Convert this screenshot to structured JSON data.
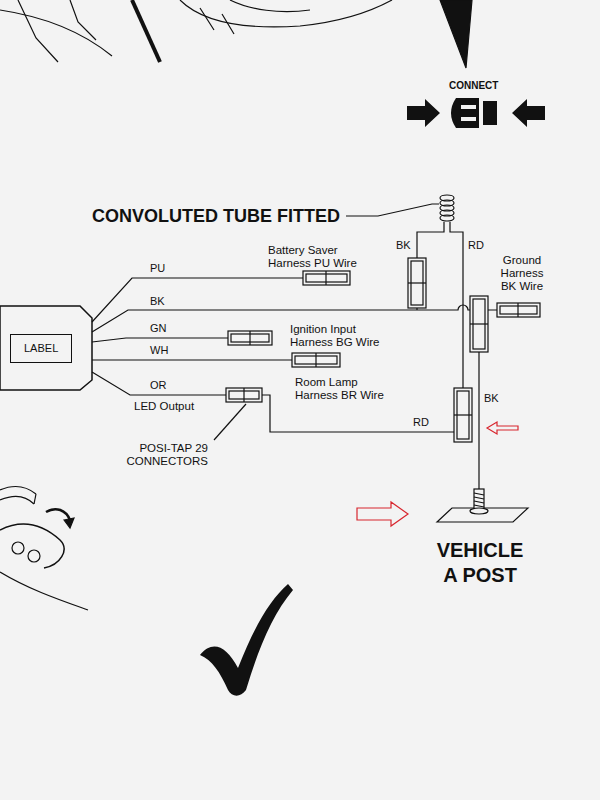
{
  "diagram": {
    "nodes": [
      {
        "text": [
          "LABEL"
        ]
      }
    ],
    "labels": [
      "CONNECT",
      "CONVOLUTED TUBE FITTED",
      "BK",
      "RD",
      "PU",
      "Battery Saver Harness PU Wire",
      "Ground Harness BK Wire",
      "BK",
      "GN",
      "Ignition Input Harness BG Wire",
      "WH",
      "OR",
      "LED Output",
      "Room Lamp Harness BR Wire",
      "RD",
      "BK",
      "POSI-TAP 29 CONNECTORS",
      "VEHICLE A POST"
    ]
  }
}
